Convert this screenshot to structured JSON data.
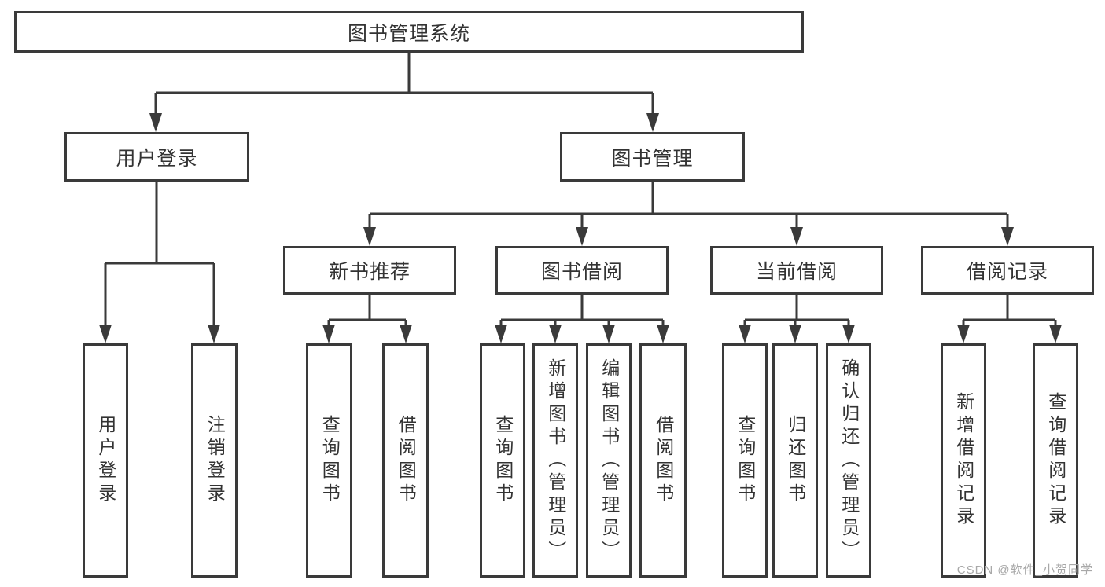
{
  "diagram": {
    "root": {
      "label": "图书管理系统"
    },
    "level2": [
      {
        "label": "用户登录",
        "children": [
          {
            "label": "用户登录"
          },
          {
            "label": "注销登录"
          }
        ]
      },
      {
        "label": "图书管理",
        "children": [
          {
            "label": "新书推荐",
            "children": [
              {
                "label": "查询图书"
              },
              {
                "label": "借阅图书"
              }
            ]
          },
          {
            "label": "图书借阅",
            "children": [
              {
                "label": "查询图书"
              },
              {
                "label": "新增图书（管理员）"
              },
              {
                "label": "编辑图书（管理员）"
              },
              {
                "label": "借阅图书"
              }
            ]
          },
          {
            "label": "当前借阅",
            "children": [
              {
                "label": "查询图书"
              },
              {
                "label": "归还图书"
              },
              {
                "label": "确认归还（管理员）"
              }
            ]
          },
          {
            "label": "借阅记录",
            "children": [
              {
                "label": "新增借阅记录"
              },
              {
                "label": "查询借阅记录"
              }
            ]
          }
        ]
      }
    ]
  },
  "watermark": {
    "text": "CSDN @软件_小贺同学"
  },
  "colors": {
    "line": "#3a3a3a",
    "border": "#3a3a3a",
    "text": "#333333",
    "watermark": "#a8a8a8",
    "background": "#ffffff"
  }
}
